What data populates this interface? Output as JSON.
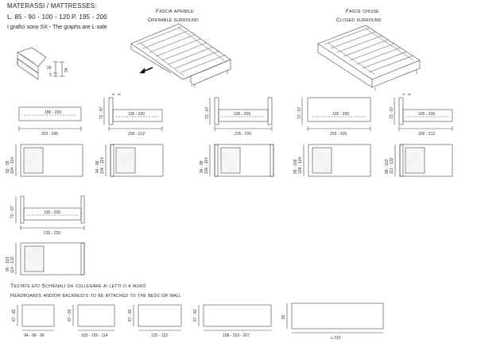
{
  "header": {
    "title": "MATERASSI / MATTRESSES:",
    "sizes_l": "L. 85 - 90 - 100 - 120",
    "sizes_p": "P. 195 - 200",
    "note": "I grafici sono SX  -  The graphs are L-side"
  },
  "section_open": {
    "line1": "Fascia apribile",
    "line2": "Openable surround"
  },
  "section_closed": {
    "line1": "Fasce chiuse",
    "line2": "Closed surround"
  },
  "detail": {
    "h1": "29",
    "h2": "5",
    "h3": "34"
  },
  "row1": [
    {
      "mat": "195 - 200",
      "w": "203 - 205",
      "h": ""
    },
    {
      "mat": "195 - 200",
      "w": "209 - 212",
      "h": "72 - 87",
      "top": "m - dx"
    },
    {
      "mat": "195 - 200",
      "w": "215 - 220",
      "h": "72 - 87"
    },
    {
      "mat": "195 - 200",
      "w": "203 - 205",
      "h": "72 - 87"
    },
    {
      "mat": "195 - 200",
      "w": "209 - 212",
      "h": "72 - 87",
      "top": "m - dx"
    }
  ],
  "row2": [
    {
      "d1": "92 - 95",
      "d2": "104 - 124"
    },
    {
      "d1": "94 - 98",
      "d2": "106 - 114"
    },
    {
      "d1": "94 - 98",
      "d2": "106 - 114"
    },
    {
      "d1": "99 - 109",
      "d2": "109 - 124"
    },
    {
      "d1": "99 - 103",
      "d2": "111 - 132"
    }
  ],
  "row3": {
    "mat": "195 - 200",
    "w": "215 - 220",
    "h": "72 - 87"
  },
  "row4": {
    "d1": "96 - 103",
    "d2": "114 - 132"
  },
  "headboards_title1": "Testate e/o Schienali da collegare ai letti o a muro",
  "headboards_title2": "Headboards and/or backrests to be attached to the beds or wall",
  "headboards": [
    {
      "h": "67 - 82",
      "w": "94 - 98 - 99"
    },
    {
      "h": "67 - 82",
      "w": "103 - 105 - 114"
    },
    {
      "h": "67 - 82",
      "w": "125 - 132"
    },
    {
      "h": "67 - 82",
      "w": "198 - 203 - 207"
    },
    {
      "h": "82",
      "w": "≥ 210"
    }
  ]
}
